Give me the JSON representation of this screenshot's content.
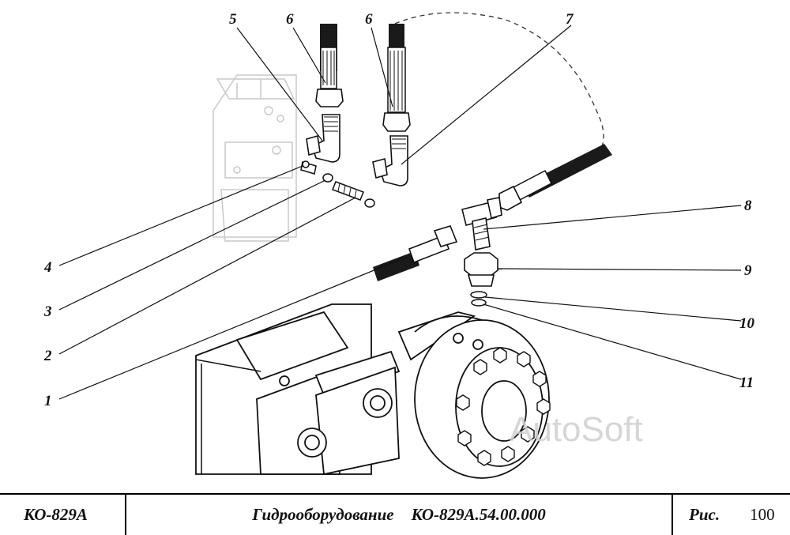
{
  "callouts": [
    {
      "id": "1",
      "label": "1"
    },
    {
      "id": "2",
      "label": "2"
    },
    {
      "id": "3",
      "label": "3"
    },
    {
      "id": "4",
      "label": "4"
    },
    {
      "id": "5",
      "label": "5"
    },
    {
      "id": "6a",
      "label": "6"
    },
    {
      "id": "6b",
      "label": "6"
    },
    {
      "id": "7",
      "label": "7"
    },
    {
      "id": "8",
      "label": "8"
    },
    {
      "id": "9",
      "label": "9"
    },
    {
      "id": "10",
      "label": "10"
    },
    {
      "id": "11",
      "label": "11"
    }
  ],
  "watermark": "AutoSoft",
  "title_block": {
    "model": "КО-829А",
    "title": "Гидрооборудование",
    "drawing_number": "КО-829А.54.00.000",
    "figure_label": "Рис.",
    "figure_number": "100"
  }
}
